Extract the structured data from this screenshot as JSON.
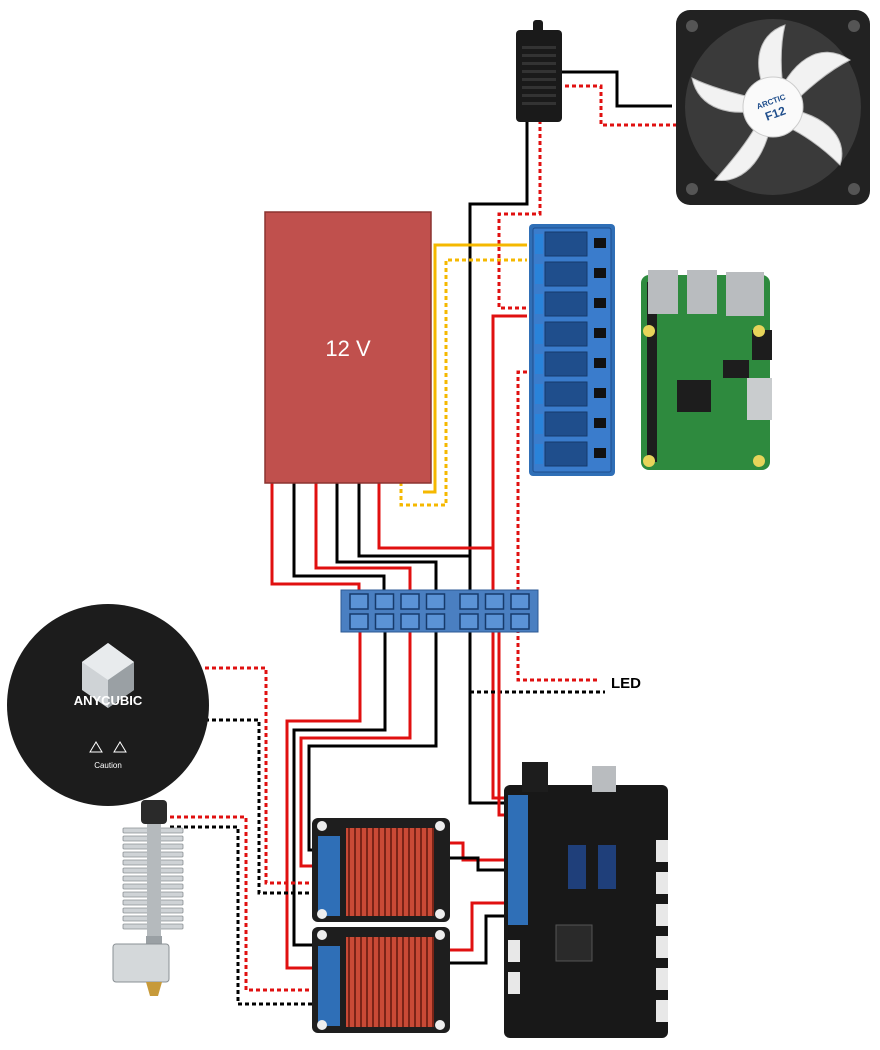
{
  "power_supply": {
    "label": "12 V",
    "color": "#c0504d"
  },
  "fan": {
    "brand_text": "ARCTIC",
    "model_text": "F12"
  },
  "heated_bed": {
    "brand_text": "ANYCUBIC",
    "caution_text": "Caution"
  },
  "relay_module": {
    "channels": 8,
    "color": "#2f6fb7"
  },
  "terminal_block": {
    "positions": 7,
    "rows": 2,
    "color": "#4a7fc1"
  },
  "led_output": {
    "label": "LED"
  },
  "wire_colors": {
    "positive": "#e01010",
    "ground": "#000000",
    "signal": "#f5b800"
  }
}
